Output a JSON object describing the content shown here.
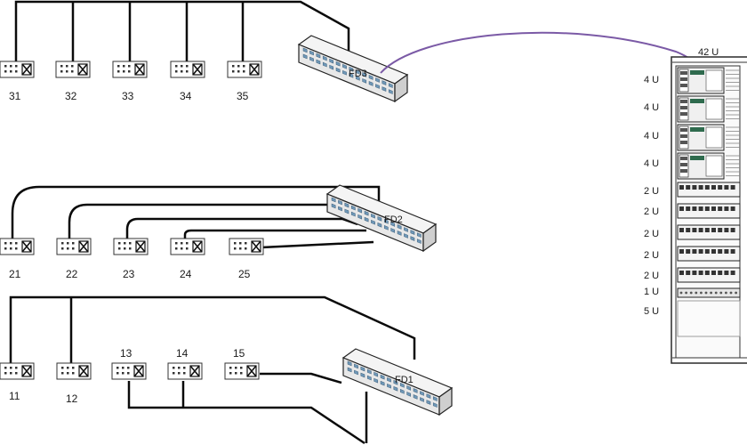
{
  "diagram": {
    "floor3": {
      "hub_label": "FD3",
      "outlets": [
        "31",
        "32",
        "33",
        "34",
        "35"
      ]
    },
    "floor2": {
      "hub_label": "FD2",
      "outlets": [
        "21",
        "22",
        "23",
        "24",
        "25"
      ]
    },
    "floor1": {
      "hub_label": "FD1",
      "outlets": [
        "11",
        "12",
        "13",
        "14",
        "15"
      ]
    },
    "rack": {
      "total_label": "42 U",
      "units": [
        "4 U",
        "4 U",
        "4 U",
        "4 U",
        "2 U",
        "2 U",
        "2 U",
        "2 U",
        "2 U",
        "1 U",
        "5 U"
      ]
    },
    "colors": {
      "cable": "#0a0a0a",
      "trunk": "#7b5aa6",
      "device": "#f2f2f2",
      "port": "#6f98b8"
    }
  }
}
